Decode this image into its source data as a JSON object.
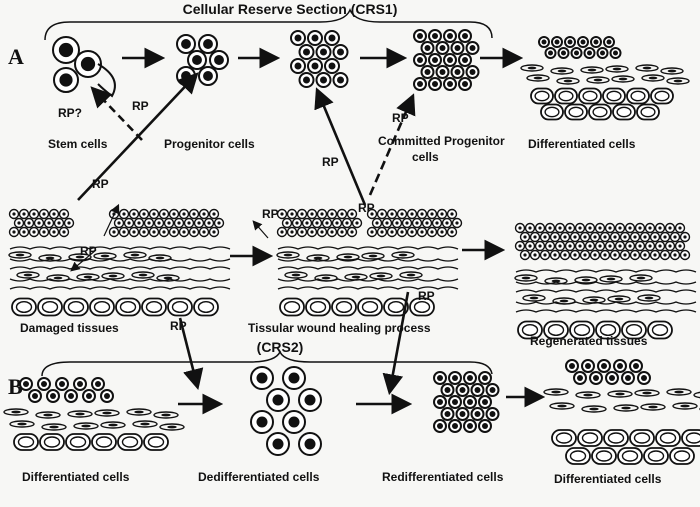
{
  "sections": {
    "crs1_title": "Cellular Reserve Section (CRS1)",
    "crs2_title": "(CRS2)",
    "letter_a": "A",
    "letter_b": "B"
  },
  "labels_top": {
    "stem": "Stem cells",
    "progenitor": "Progenitor cells",
    "committed_1": "Committed Progenitor",
    "committed_2": "cells",
    "differentiated": "Differentiated cells"
  },
  "labels_middle": {
    "damaged": "Damaged tissues",
    "healing": "Tissular wound healing process",
    "regenerated": "Regenerated tissues"
  },
  "labels_bottom": {
    "differentiated": "Differentiated cells",
    "dedifferentiated": "Dedifferentiated cells",
    "redifferentiated": "Redifferentiated cells",
    "differentiated_end": "Differentiated cells"
  },
  "rp": {
    "rp": "RP",
    "rp_question": "RP?"
  }
}
